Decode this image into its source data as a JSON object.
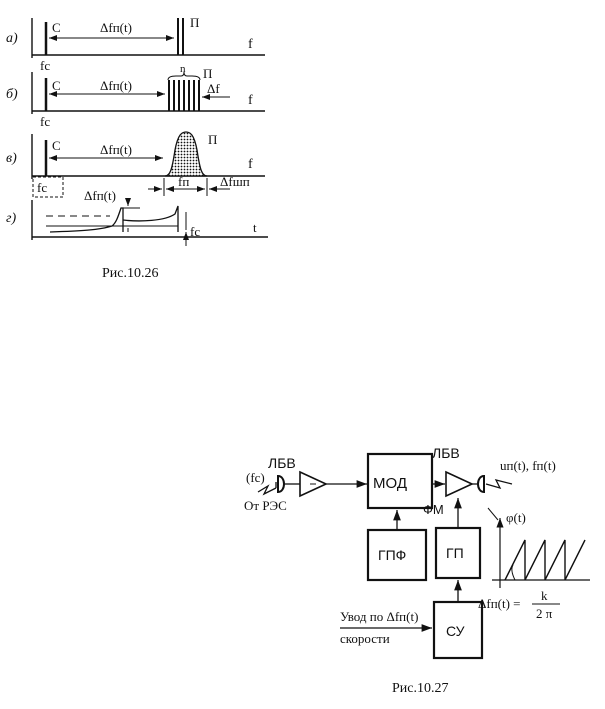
{
  "figure_1026": {
    "caption": "Рис.10.26",
    "rows": {
      "a": {
        "label": "а)",
        "carrier": "С",
        "jammer": "П",
        "delta": "Δfп(t)",
        "axis": "f",
        "fc": "fc"
      },
      "b": {
        "label": "б)",
        "carrier": "С",
        "jammer": "П",
        "delta": "Δfп(t)",
        "axis": "f",
        "fc": "fc",
        "n": "n",
        "df": "Δf"
      },
      "v": {
        "label": "в)",
        "carrier": "С",
        "jammer": "П",
        "delta": "Δfп(t)",
        "axis": "f",
        "fc": "fc",
        "fp": "fп",
        "dfsh": "Δfшп"
      },
      "g": {
        "label": "г)",
        "delta": "Δfп(t)",
        "axis": "t",
        "fc": "fc"
      }
    }
  },
  "figure_1027": {
    "caption": "Рис.10.27",
    "input_fc": "(fc)",
    "input_src": "От РЭС",
    "lbv1": "ЛБВ",
    "lbv2": "ЛБВ",
    "mod": "МОД",
    "gpf": "ГПФ",
    "gp": "ГП",
    "su": "СУ",
    "fm": "ФМ",
    "output": "uп(t), fп(t)",
    "phase": "φ(t)",
    "formula_left": "Δfп(t) =",
    "formula_num": "k",
    "formula_den": "2 π",
    "drift_line1": "Увод по Δfп(t)",
    "drift_line2": "скорости"
  },
  "colors": {
    "ink": "#111111",
    "paper": "#ffffff"
  }
}
